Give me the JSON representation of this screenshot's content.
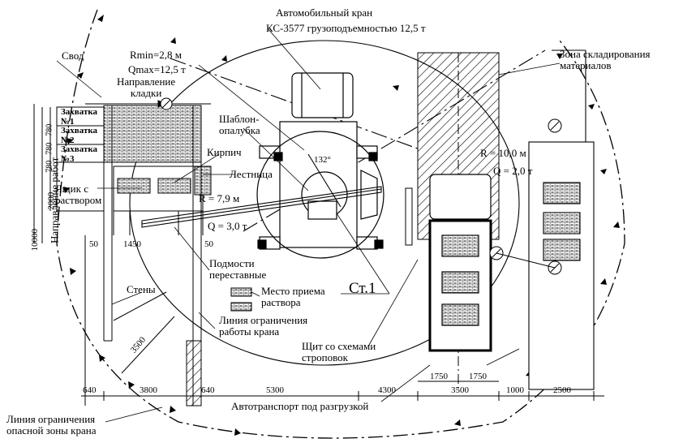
{
  "crane": {
    "title": "Автомобильный кран",
    "subtitle": "КС-3577 грузоподъемностью 12,5 т",
    "rmin": "Rmin=2,8 м",
    "qmax": "Qmax=12,5 т",
    "angle": "132°",
    "r_max": "R = 10,0 м",
    "q_max_reach": "Q = 2,0 т",
    "r_mid": "R = 7,9 м",
    "q_mid": "Q = 3,0 т",
    "station": "Ст.1"
  },
  "labels": {
    "vault": "Свод",
    "laying_direction": "Направление\nкладки",
    "template": "Шаблон-\nопалубка",
    "brick": "Кирпич",
    "ladder": "Лестница",
    "mortar_box": "Ящик с\nраствором",
    "scaffolds": "Подмости\nпереставные",
    "mortar_place": "Место приема\nраствора",
    "walls": "Стены",
    "crane_limit": "Линия ограничения\nработы крана",
    "sling_board": "Щит со схемами\nстроповок",
    "storage_zone": "Зона складирования\nматериалов",
    "trucks": "Автотранспорт под разгрузкой",
    "danger_zone": "Линия ограничения\nопасной зоны крана",
    "work_direction": "Направление работ",
    "grips": [
      "Захватка\n№1",
      "Захватка\n№2",
      "Захватка\n№3"
    ]
  },
  "dimensions": {
    "bottom": [
      "640",
      "3800",
      "640",
      "5300",
      "4300",
      "3500",
      "1000",
      "2500"
    ],
    "trucks_split": [
      "1750",
      "1750"
    ],
    "left_vertical": [
      "10000",
      "2000",
      "780",
      "780",
      "780"
    ],
    "building": [
      "50",
      "1450",
      "50"
    ],
    "diagonal": "3500"
  }
}
